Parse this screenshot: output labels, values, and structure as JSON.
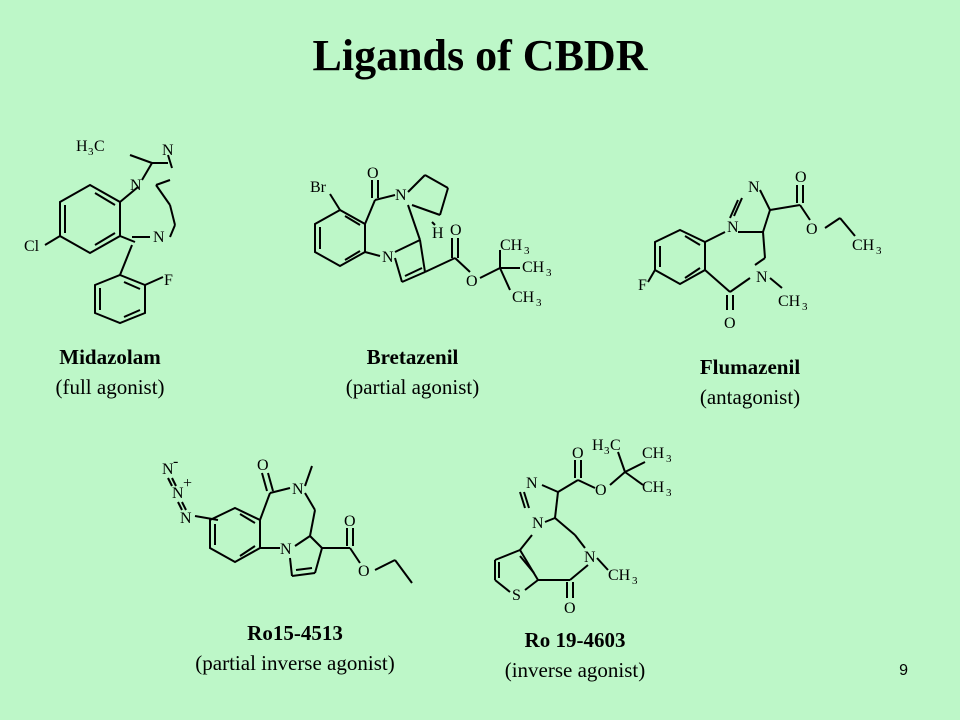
{
  "slide": {
    "title": "Ligands of CBDR",
    "page_number": "9"
  },
  "compounds": [
    {
      "name": "Midazolam",
      "role": "(full agonist)"
    },
    {
      "name": "Bretazenil",
      "role": "(partial agonist)"
    },
    {
      "name": "Flumazenil",
      "role": "(antagonist)"
    },
    {
      "name": "Ro15-4513",
      "role": "(partial inverse agonist)"
    },
    {
      "name": "Ro 19-4603",
      "role": "(inverse agonist)"
    }
  ],
  "atom_labels": {
    "midazolam": {
      "h": "H",
      "h_sub": "3",
      "c": "C",
      "n1": "N",
      "n2": "N",
      "n3": "N",
      "cl": "Cl",
      "f": "F"
    },
    "bretazenil": {
      "br": "Br",
      "o1": "O",
      "n1": "N",
      "n2": "N",
      "h": "H",
      "o2": "O",
      "o3": "O",
      "ch3a": "CH",
      "ch3b": "CH",
      "ch3c": "CH",
      "sub": "3"
    },
    "flumazenil": {
      "n1": "N",
      "n2": "N",
      "n3": "N",
      "o1": "O",
      "o2": "O",
      "o3": "O",
      "ch3a": "CH",
      "ch3b": "CH",
      "f": "F",
      "sub": "3"
    },
    "ro154513": {
      "n1": "N",
      "n1_charge": "-",
      "n2": "N",
      "n2_charge": "+",
      "n3": "N",
      "o1": "O",
      "n4": "N",
      "n5": "N",
      "o2": "O",
      "o3": "O"
    },
    "ro194603": {
      "n1": "N",
      "n2": "N",
      "n3": "N",
      "o1": "O",
      "o2": "O",
      "o3": "O",
      "s": "S",
      "h": "H",
      "c": "C",
      "ch3a": "CH",
      "ch3b": "CH",
      "ch3c": "CH",
      "sub": "3"
    }
  }
}
